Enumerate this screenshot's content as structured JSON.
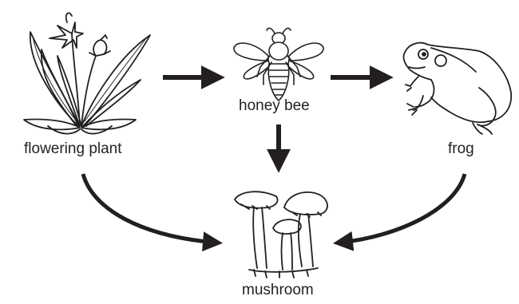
{
  "organisms": {
    "flowering_plant": "flowering plant",
    "honey_bee": "honey bee",
    "frog": "frog",
    "mushroom": "mushroom"
  },
  "flows": [
    {
      "from": "flowering plant",
      "to": "honey bee"
    },
    {
      "from": "honey bee",
      "to": "frog"
    },
    {
      "from": "honey bee",
      "to": "mushroom"
    },
    {
      "from": "flowering plant",
      "to": "mushroom"
    },
    {
      "from": "frog",
      "to": "mushroom"
    }
  ],
  "colors": {
    "ink": "#231f20",
    "background": "#ffffff"
  },
  "icons": [
    "flowering-plant-icon",
    "honey-bee-icon",
    "frog-icon",
    "mushroom-icon"
  ]
}
